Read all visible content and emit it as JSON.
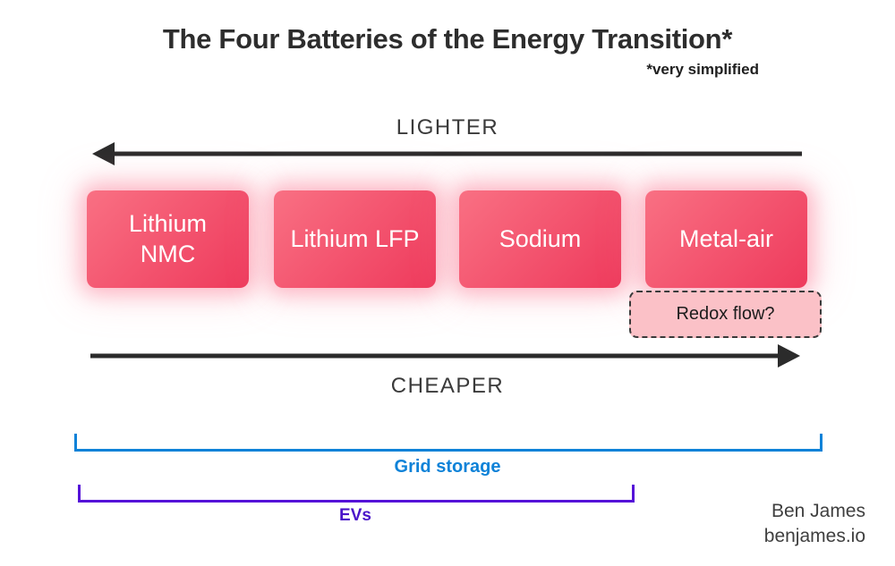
{
  "title": "The Four Batteries of the Energy Transition*",
  "subtitle": "*very simplified",
  "axes": {
    "lighter_label": "LIGHTER",
    "cheaper_label": "CHEAPER",
    "arrow_color": "#2b2b2b",
    "lighter_direction": "left",
    "cheaper_direction": "right"
  },
  "batteries": [
    {
      "label": "Lithium NMC"
    },
    {
      "label": "Lithium LFP"
    },
    {
      "label": "Sodium"
    },
    {
      "label": "Metal-air"
    }
  ],
  "battery_style": {
    "gradient_start": "#f97083",
    "gradient_end": "#ee3a5c",
    "glow": "rgba(250,110,140,0.4)",
    "text_color": "#ffffff"
  },
  "redox_flow": {
    "label": "Redox flow?",
    "background": "#fbc1c7",
    "border_style": "dashed"
  },
  "brackets": {
    "grid_storage": {
      "label": "Grid storage",
      "color": "#0e82d8"
    },
    "evs": {
      "label": "EVs",
      "color": "#5512d8"
    }
  },
  "attribution": {
    "name": "Ben James",
    "site": "benjames.io"
  }
}
